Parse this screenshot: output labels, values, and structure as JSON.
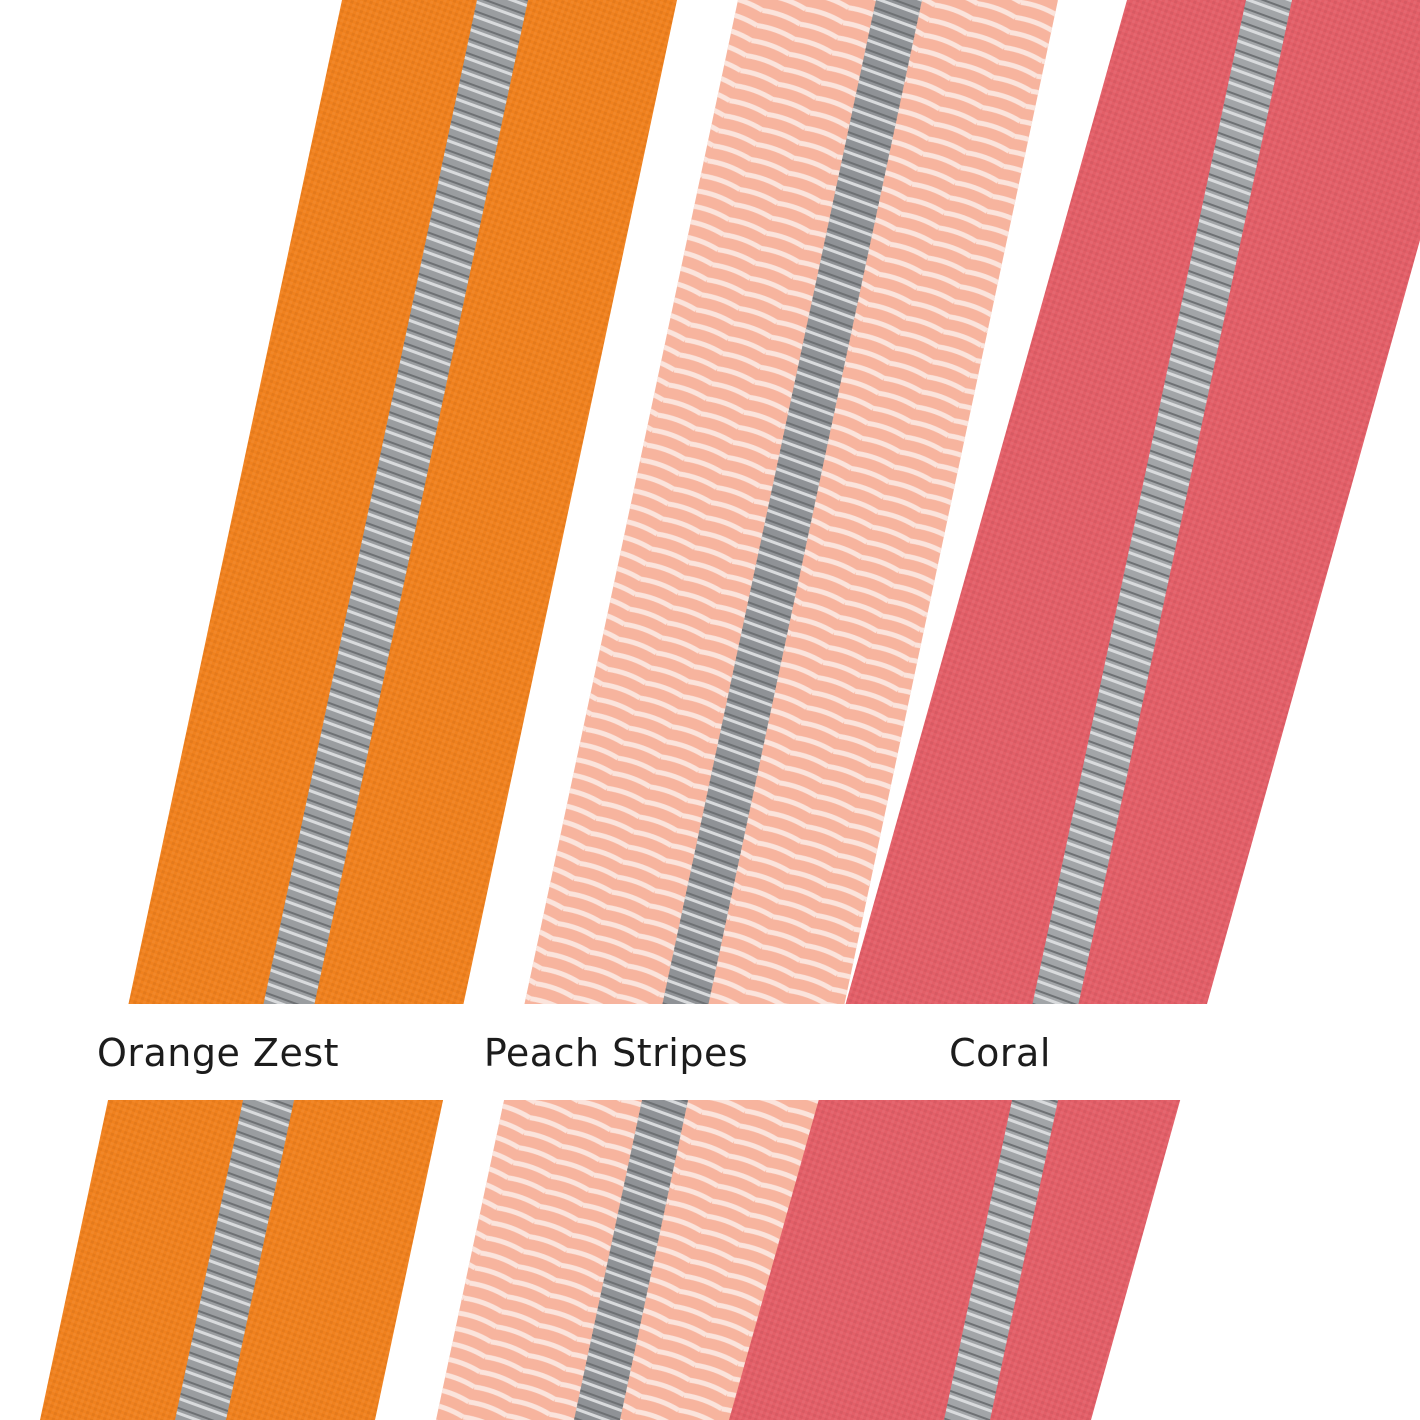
{
  "swatches": [
    {
      "name": "Orange Zest",
      "tape_color": "#F0811E",
      "tape_shadow": "#D86C10",
      "coil_color": "#9A9DA0",
      "pattern": "solid"
    },
    {
      "name": "Peach Stripes",
      "tape_color": "#F7B49E",
      "tape_shadow": "#FBE2DA",
      "coil_color": "#8F9296",
      "pattern": "stripes"
    },
    {
      "name": "Coral",
      "tape_color": "#E35F68",
      "tape_shadow": "#CC4B55",
      "coil_color": "#A2A5A8",
      "pattern": "solid"
    }
  ],
  "background_color": "#FFFFFF"
}
